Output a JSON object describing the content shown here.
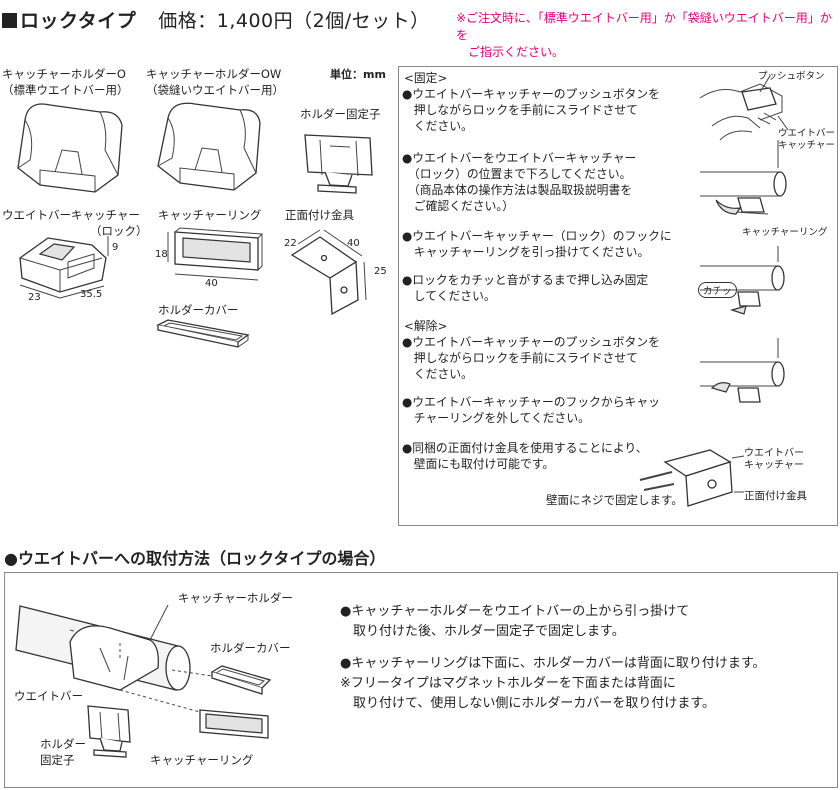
{
  "header": {
    "title": "ロックタイプ",
    "price": "価格：1,400円（2個/セット）",
    "note_line1": "※ご注文時に、「標準ウエイトバー用」か「袋縫いウエイトバー用」かを",
    "note_line2": "ご指示ください。"
  },
  "unit_label": "単位：mm",
  "parts": {
    "catcher_holder_o": [
      "キャッチャーホルダーO",
      "（標準ウエイトバー用）"
    ],
    "catcher_holder_ow": [
      "キャッチャーホルダーOW",
      "（袋縫いウエイトバー用）"
    ],
    "holder_fixer": "ホルダー固定子",
    "weight_bar_catcher": [
      "ウエイトバーキャッチャー",
      "（ロック）"
    ],
    "catcher_ring": "キャッチャーリング",
    "front_bracket": "正面付け金具",
    "holder_cover": "ホルダーカバー"
  },
  "dims": {
    "catcher_9": "9",
    "catcher_23": "23",
    "catcher_35": "35.5",
    "ring_18": "18",
    "ring_40": "40",
    "bracket_22": "22",
    "bracket_40": "40",
    "bracket_25": "25"
  },
  "instructions": {
    "fix_heading": "<固定>",
    "fix_steps": [
      [
        "●ウエイトバーキャッチャーのプッシュボタンを",
        "　押しながらロックを手前にスライドさせて",
        "　ください。"
      ],
      [
        "●ウエイトバーをウエイトバーキャッチャー",
        "　（ロック）の位置まで下ろしてください。",
        "　（商品本体の操作方法は製品取扱説明書を",
        "　ご確認ください。）"
      ],
      [
        "●ウエイトバーキャッチャー（ロック）のフックに",
        "　キャッチャーリングを引っ掛けてください。"
      ],
      [
        "●ロックをカチッと音がするまで押し込み固定",
        "　してください。"
      ]
    ],
    "release_heading": "<解除>",
    "release_steps": [
      [
        "●ウエイトバーキャッチャーのプッシュボタンを",
        "　押しながらロックを手前にスライドさせて",
        "　ください。"
      ],
      [
        "●ウエイトバーキャッチャーのフックからキャッ",
        "　チャーリングを外してください。"
      ],
      [
        "●同梱の正面付け金具を使用することにより、",
        "　壁面にも取付け可能です。"
      ]
    ],
    "callouts": {
      "push_button": "プッシュボタン",
      "wb_catcher": [
        "ウエイトバー",
        "キャッチャー"
      ],
      "catcher_ring": "キャッチャーリング",
      "click": "カチッ",
      "wb_catcher2": [
        "ウエイトバー",
        "キャッチャー"
      ],
      "front_bracket": "正面付け金具",
      "wall_screw": "壁面にネジで固定します。"
    }
  },
  "section_title": "●ウエイトバーへの取付方法（ロックタイプの場合）",
  "mounting": {
    "labels": {
      "catcher_holder": "キャッチャーホルダー",
      "holder_cover": "ホルダーカバー",
      "weight_bar": "ウエイトバー",
      "holder_fixer": [
        "ホルダー",
        "固定子"
      ],
      "catcher_ring": "キャッチャーリング"
    },
    "text": [
      "●キャッチャーホルダーをウエイトバーの上から引っ掛けて",
      "　取り付けた後、ホルダー固定子で固定します。",
      "●キャッチャーリングは下面に、ホルダーカバーは背面に取り付けます。",
      "※フリータイプはマグネットホルダーを下面または背面に",
      "　取り付けて、使用しない側にホルダーカバーを取り付けます。"
    ]
  },
  "colors": {
    "note_pink": "#e4007f",
    "line": "#333333"
  }
}
